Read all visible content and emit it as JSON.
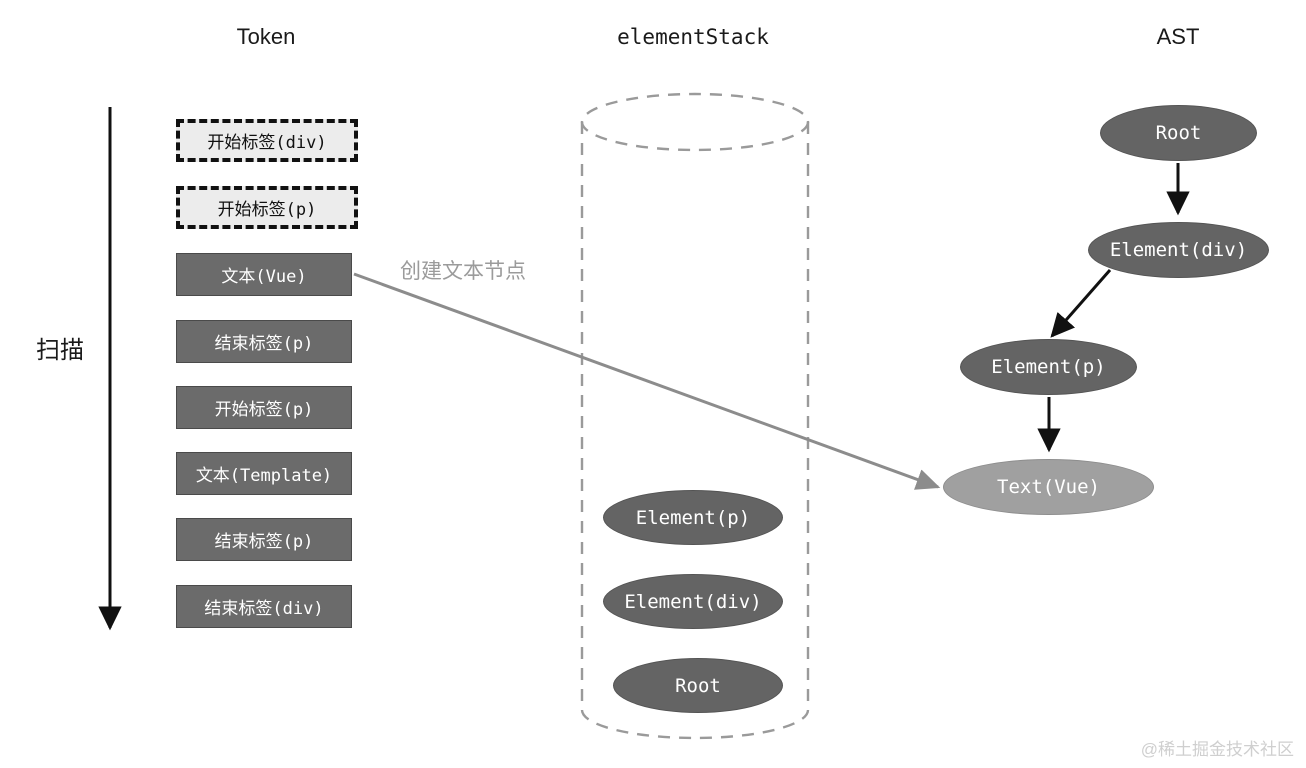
{
  "columns": {
    "token": "Token",
    "element_stack": "elementStack",
    "ast": "AST"
  },
  "scan": {
    "label": "扫描",
    "arrow_icon": "down-arrow-icon"
  },
  "tokens": [
    {
      "label": "开始标签(div)",
      "state": "consumed"
    },
    {
      "label": "开始标签(p)",
      "state": "consumed"
    },
    {
      "label": "文本(Vue)",
      "state": "current"
    },
    {
      "label": "结束标签(p)",
      "state": "pending"
    },
    {
      "label": "开始标签(p)",
      "state": "pending"
    },
    {
      "label": "文本(Template)",
      "state": "pending"
    },
    {
      "label": "结束标签(p)",
      "state": "pending"
    },
    {
      "label": "结束标签(div)",
      "state": "pending"
    }
  ],
  "element_stack": {
    "container_icon": "cylinder-icon",
    "items": [
      {
        "label": "Element(p)"
      },
      {
        "label": "Element(div)"
      },
      {
        "label": "Root"
      }
    ]
  },
  "ast": {
    "nodes": [
      {
        "label": "Root",
        "tone": "dark"
      },
      {
        "label": "Element(div)",
        "tone": "dark"
      },
      {
        "label": "Element(p)",
        "tone": "dark"
      },
      {
        "label": "Text(Vue)",
        "tone": "light"
      }
    ]
  },
  "annotation": {
    "create_text_node": "创建文本节点"
  },
  "watermark": "@稀土掘金技术社区",
  "colors": {
    "node_dark": "#646464",
    "node_light": "#a0a0a0",
    "token_filled": "#6b6b6b",
    "token_dashed_bg": "#ececec",
    "stroke_dark": "#111111",
    "stroke_gray": "#8c8c8c",
    "dashed_cylinder": "#9a9a9a",
    "annotation_gray": "#9b9b9b",
    "watermark_gray": "#cfcfcf"
  }
}
